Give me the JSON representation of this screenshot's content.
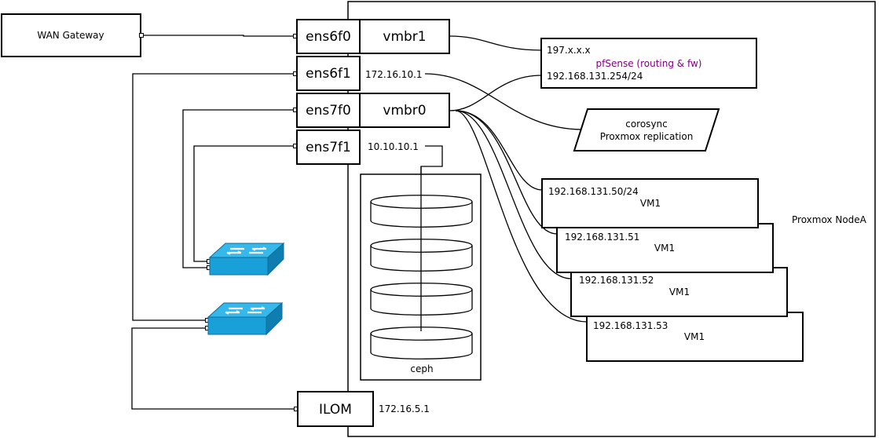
{
  "wan": {
    "label": "WAN Gateway"
  },
  "node": {
    "label": "Proxmox NodeA"
  },
  "ifaces": {
    "ens6f0": "ens6f0",
    "vmbr1": "vmbr1",
    "ens6f1": "ens6f1",
    "ens6f1_ip": "172.16.10.1",
    "ens7f0": "ens7f0",
    "vmbr0": "vmbr0",
    "ens7f1": "ens7f1",
    "ens7f1_ip": "10.10.10.1"
  },
  "pfsense": {
    "wan_ip": "197.x.x.x",
    "label": "pfSense (routing & fw)",
    "lan_ip": "192.168.131.254/24",
    "label_color": "#800080"
  },
  "corosync": {
    "line1": "corosync",
    "line2": "Proxmox replication"
  },
  "ceph": {
    "label": "ceph"
  },
  "vms": [
    {
      "ip": "192.168.131.50/24",
      "label": "VM1"
    },
    {
      "ip": "192.168.131.51",
      "label": "VM1"
    },
    {
      "ip": "192.168.131.52",
      "label": "VM1"
    },
    {
      "ip": "192.168.131.53",
      "label": "VM1"
    }
  ],
  "ilom": {
    "label": "ILOM",
    "ip": "172.16.5.1"
  },
  "icons": {
    "switch": "network-switch-icon",
    "switch_color": "#1AA0D8"
  }
}
